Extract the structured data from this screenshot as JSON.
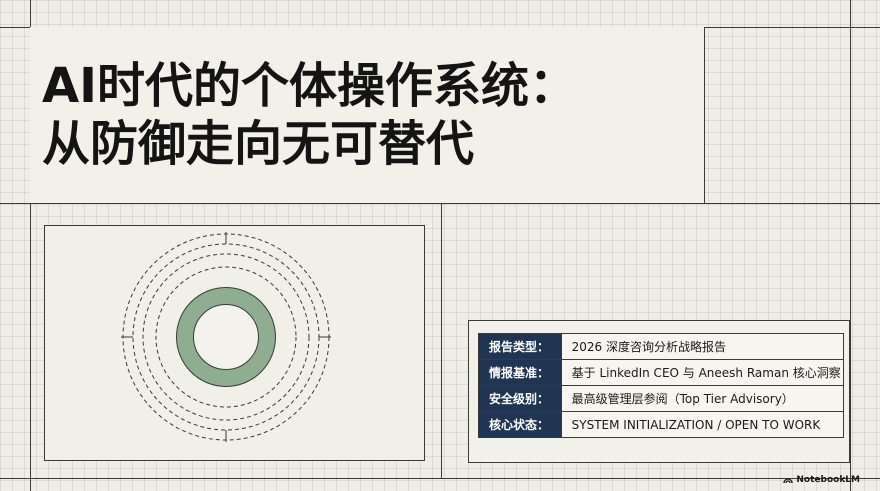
{
  "title": {
    "line1": "AI时代的个体操作系统：",
    "line2": "从防御走向无可替代"
  },
  "info": {
    "rows": [
      {
        "label": "报告类型：",
        "value": "2026 深度咨询分析战略报告"
      },
      {
        "label": "情报基准：",
        "value": "基于 LinkedIn CEO 与 Aneesh Raman 核心洞察"
      },
      {
        "label": "安全级别：",
        "value": "最高级管理层参阅（Top Tier Advisory）"
      },
      {
        "label": "核心状态：",
        "value": "SYSTEM INITIALIZATION / OPEN TO WORK"
      }
    ]
  },
  "branding": {
    "label": "NotebookLM",
    "icon": "notebooklm-logo-icon"
  },
  "colors": {
    "background": "#efeee6",
    "label_cell": "#1f3552",
    "ring_fill": "#8fae91",
    "line": "#3a3a3a"
  }
}
